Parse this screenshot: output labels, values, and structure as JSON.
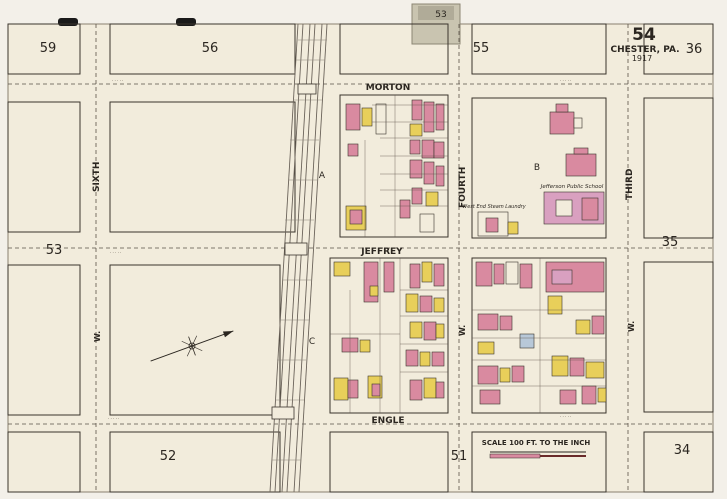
{
  "sheet": {
    "number": "54",
    "city": "CHESTER, PA.",
    "year": "1917",
    "tab_label": "53",
    "adjacent_sheets": {
      "top_left": "59",
      "top_mid": "56",
      "top_right": "55",
      "top_far_right": "36",
      "left_mid": "53",
      "right_mid": "35",
      "bottom_left": "52",
      "bottom_mid": "51",
      "bottom_right": "34"
    }
  },
  "streets": {
    "morton": "MORTON",
    "jeffrey": "JEFFREY",
    "engle": "ENGLE",
    "sixth": "SIXTH",
    "fourth": "FOURTH",
    "third": "THIRD",
    "w_left": "W.",
    "w_mid": "W.",
    "w_right": "W."
  },
  "block_letters": {
    "a": "A",
    "b": "B",
    "c": "C"
  },
  "buildings_labels": {
    "school": "Jefferson Public School",
    "laundry": "West End Steam Laundry"
  },
  "scale": {
    "label": "SCALE 100 FT. TO THE INCH"
  },
  "colors": {
    "paper": "#f4efe2",
    "brick": "#d98aa0",
    "frame": "#e8cf5a",
    "stone": "#b8c8d8",
    "railroad": "#6b635a"
  }
}
